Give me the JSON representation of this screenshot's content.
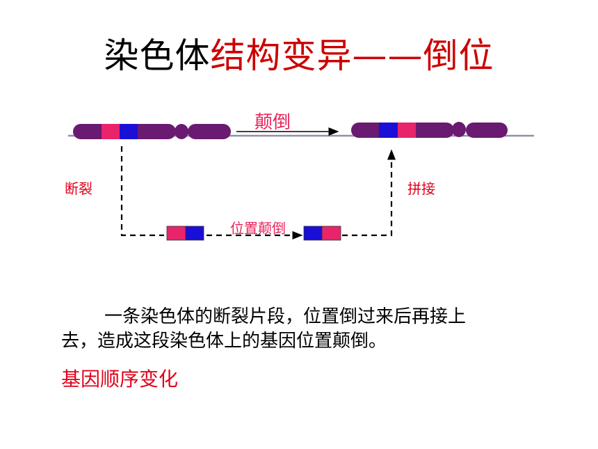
{
  "title": {
    "black_part": "染色体",
    "red_part": "结构变异——倒位"
  },
  "diagram": {
    "arrow_label": "颠倒",
    "left_label": "断裂",
    "right_label": "拼接",
    "middle_label": "位置颠倒"
  },
  "colors": {
    "chromosome": "#6a1a70",
    "segment_pink": "#e8246a",
    "segment_blue": "#1a0fd6",
    "baseline": "#8b8fa8",
    "red_text": "#e0001a",
    "label_red": "#e8245a"
  },
  "text": {
    "line1": "一条染色体的断裂片段，位置倒过来后再接上",
    "line2": "去，造成这段染色体上的基因位置颠倒。",
    "summary": "基因顺序变化"
  }
}
